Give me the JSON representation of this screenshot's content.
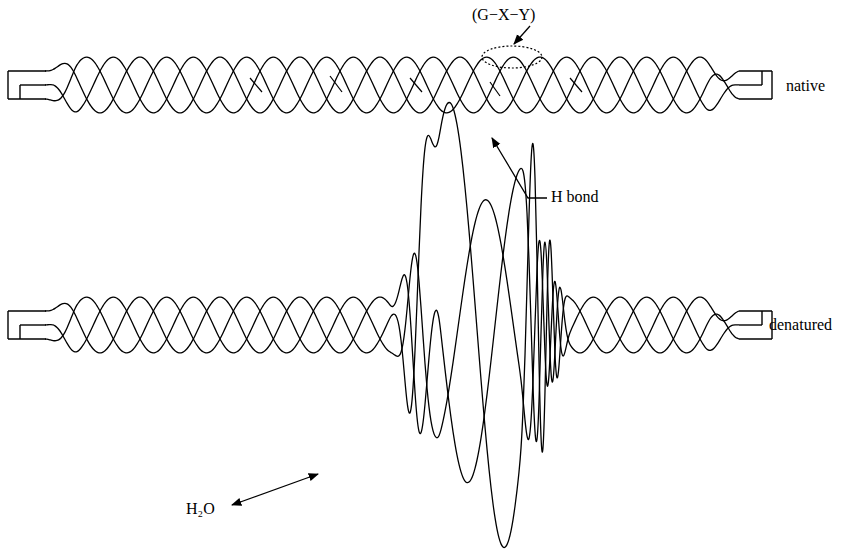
{
  "diagram": {
    "labels": [
      "(G−X−Y)",
      "native",
      "H bond",
      "denatured",
      "H₂O"
    ]
  }
}
